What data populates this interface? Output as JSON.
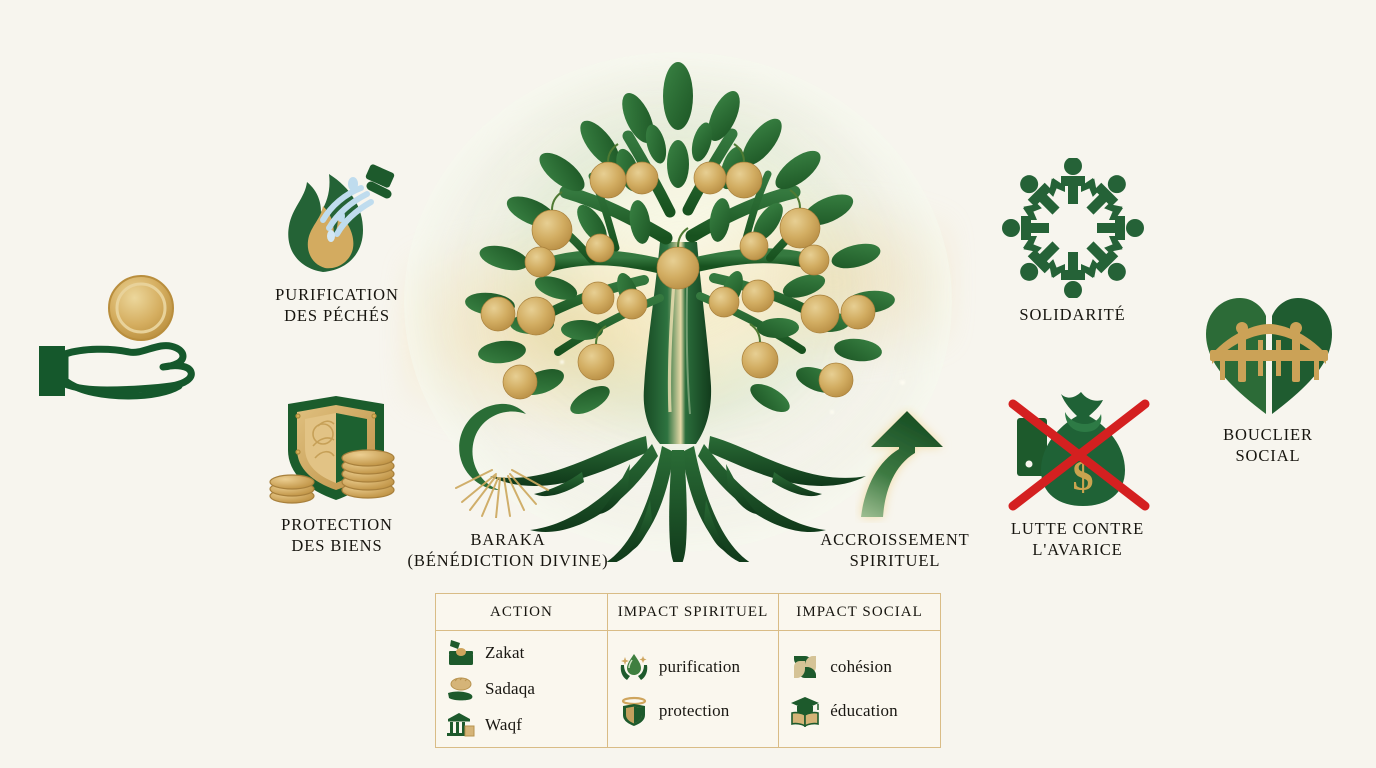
{
  "meta": {
    "title": "Infographie — Zakat : arbre de la baraka",
    "background_color": "#f7f5ee",
    "green": "#1f5c33",
    "green_dark": "#13401f",
    "gold": "#d4a74f",
    "gold_light": "#e2c27c",
    "border_gold": "#d9bc86",
    "red": "#d02121"
  },
  "nodes": [
    {
      "id": "hand-coin",
      "icon": "hand-holding-coin-icon",
      "label": ""
    },
    {
      "id": "purification",
      "icon": "flame-water-icon",
      "label": "PURIFICATION\nDES PÉCHÉS"
    },
    {
      "id": "protection",
      "icon": "shield-coins-icon",
      "label": "PROTECTION\nDES BIENS"
    },
    {
      "id": "baraka",
      "icon": "crescent-rays-icon",
      "label": "BARAKA\n(BÉNÉDICTION DIVINE)"
    },
    {
      "id": "accroissement",
      "icon": "upward-arrow-icon",
      "label": "ACCROISSEMENT\nSPIRITUEL"
    },
    {
      "id": "solidarite",
      "icon": "people-circle-icon",
      "label": "SOLIDARITÉ"
    },
    {
      "id": "avarice",
      "icon": "crossed-money-bag-icon",
      "label": "LUTTE CONTRE\nL'AVARICE"
    },
    {
      "id": "bouclier",
      "icon": "heart-bridge-icon",
      "label": "BOUCLIER\nSOCIAL"
    }
  ],
  "tree": {
    "icon": "fruit-tree-with-roots-icon",
    "foliage_color": "#2c6b37",
    "fruit_color": "#cfa köp"
  },
  "matrix": {
    "headers": [
      "ACTION",
      "IMPACT SPIRITUEL",
      "IMPACT SOCIAL"
    ],
    "columns": [
      [
        {
          "icon": "donation-box-icon",
          "label": "Zakat"
        },
        {
          "icon": "hand-bread-icon",
          "label": "Sadaqa"
        },
        {
          "icon": "bank-building-icon",
          "label": "Waqf"
        }
      ],
      [
        {
          "icon": "hands-droplet-icon",
          "label": "purification"
        },
        {
          "icon": "halo-shield-icon",
          "label": "protection"
        }
      ],
      [
        {
          "icon": "interlocking-hands-icon",
          "label": "cohésion"
        },
        {
          "icon": "graduation-book-icon",
          "label": "éducation"
        }
      ]
    ]
  }
}
